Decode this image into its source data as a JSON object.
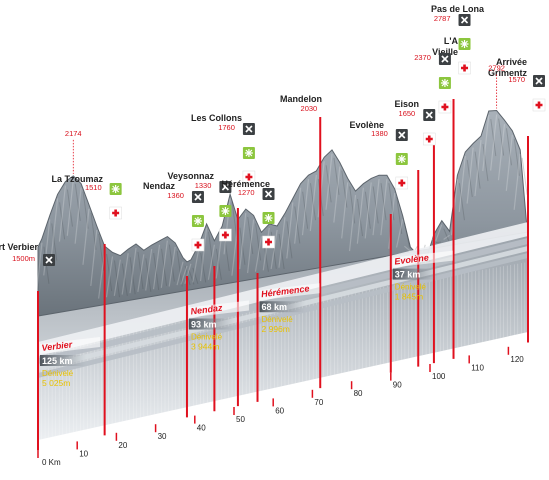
{
  "chart_data": {
    "type": "area",
    "title": "",
    "xlabel": "",
    "ylabel": "",
    "x_unit": "Km",
    "xlim": [
      0,
      125
    ],
    "ylim": [
      1000,
      2900
    ],
    "x_ticks": [
      0,
      10,
      20,
      30,
      40,
      50,
      60,
      70,
      80,
      90,
      100,
      110,
      120
    ],
    "x_tick_labels": [
      "0 Km",
      "10",
      "20",
      "30",
      "40",
      "50",
      "60",
      "70",
      "80",
      "90",
      "100",
      "110",
      "120"
    ],
    "profile": {
      "x": [
        0,
        1,
        3,
        5,
        7,
        9,
        11,
        13,
        15,
        17,
        19,
        21,
        23,
        25,
        27,
        29,
        31,
        33,
        35,
        37,
        38,
        39,
        41,
        43,
        45,
        47,
        49,
        51,
        53,
        55,
        57,
        59,
        61,
        63,
        65,
        67,
        69,
        71,
        73,
        75,
        77,
        79,
        81,
        83,
        85,
        87,
        89,
        91,
        93,
        95,
        97,
        99,
        101,
        103,
        105,
        107,
        109,
        111,
        113,
        115,
        117,
        119,
        121,
        123,
        125
      ],
      "y": [
        1500,
        1580,
        1800,
        2000,
        2120,
        2174,
        2100,
        1900,
        1700,
        1510,
        1450,
        1420,
        1480,
        1530,
        1470,
        1520,
        1560,
        1600,
        1540,
        1400,
        1360,
        1380,
        1520,
        1720,
        1560,
        1700,
        2000,
        1760,
        1860,
        1800,
        1640,
        1720,
        1700,
        1820,
        1960,
        2100,
        2180,
        2220,
        2350,
        2420,
        2300,
        2150,
        2030,
        2100,
        2150,
        2180,
        2180,
        2050,
        1800,
        1500,
        1420,
        1380,
        1620,
        1750,
        1650,
        2180,
        2400,
        2480,
        2550,
        2787,
        2792,
        2700,
        2600,
        2420,
        1570
      ]
    },
    "waypoints": [
      {
        "name": "Départ Verbier",
        "km": 0,
        "alt": "1500m",
        "icons": [
          "food"
        ]
      },
      {
        "name": "La Tzoumaz",
        "km": 17,
        "alt": "1510",
        "icons": [
          "drink",
          "aid"
        ]
      },
      {
        "name": "Nendaz",
        "km": 38,
        "alt": "1360",
        "icons": [
          "food",
          "drink",
          "aid"
        ]
      },
      {
        "name": "Veysonnaz",
        "km": 45,
        "alt": "1330",
        "icons": [
          "food",
          "drink",
          "aid"
        ]
      },
      {
        "name": "Les Collons",
        "km": 51,
        "alt": "1760",
        "icons": [
          "food",
          "drink",
          "aid"
        ]
      },
      {
        "name": "Hérémence",
        "km": 56,
        "alt": "1270",
        "icons": [
          "food",
          "drink",
          "aid"
        ]
      },
      {
        "name": "Mandelon",
        "km": 72,
        "alt": "2030",
        "icons": []
      },
      {
        "name": "Evolène",
        "km": 90,
        "alt": "1380",
        "icons": [
          "food",
          "drink",
          "aid"
        ]
      },
      {
        "name": "Eison",
        "km": 97,
        "alt": "1650",
        "icons": [
          "food",
          "aid"
        ]
      },
      {
        "name": "L'A Vieille",
        "km": 101,
        "alt": "2370",
        "icons": [
          "food",
          "drink",
          "aid"
        ]
      },
      {
        "name": "Pas de Lona",
        "km": 106,
        "alt": "2787",
        "icons": [
          "food",
          "drink",
          "aid"
        ]
      },
      {
        "name": "Arrivée Grimentz",
        "km": 125,
        "alt": "1570",
        "icons": [
          "food",
          "aid"
        ]
      }
    ],
    "summit_labels": [
      {
        "km": 9,
        "text": "2174"
      },
      {
        "km": 117,
        "text": "2792"
      }
    ],
    "start_labels": [
      {
        "name": "Verbier",
        "distance": "125 km",
        "climb_label": "Dénivelé",
        "climb": "5 025m",
        "km": 0
      },
      {
        "name": "Nendaz",
        "distance": "93 km",
        "climb_label": "Dénivelé",
        "climb": "3 944m",
        "km": 38
      },
      {
        "name": "Hérémence",
        "distance": "68 km",
        "climb_label": "Dénivelé",
        "climb": "2 996m",
        "km": 56
      },
      {
        "name": "Evolène",
        "distance": "37 km",
        "climb_label": "Dénivelé",
        "climb": "1 845m",
        "km": 90
      }
    ],
    "colors": {
      "mountain": "#8d969f",
      "mountain_dark": "#5c646c",
      "race_line": "#e0101e",
      "altitude_text": "#d8101c",
      "band_light": "#eef0f3",
      "band_mid": "#b7bec6",
      "food_icon_bg": "#3c4043",
      "drink_icon_bg": "#8cc63e",
      "aid_icon_bg": "#ffffff",
      "aid_cross": "#e0101e",
      "climb_text": "#e8c100"
    }
  }
}
